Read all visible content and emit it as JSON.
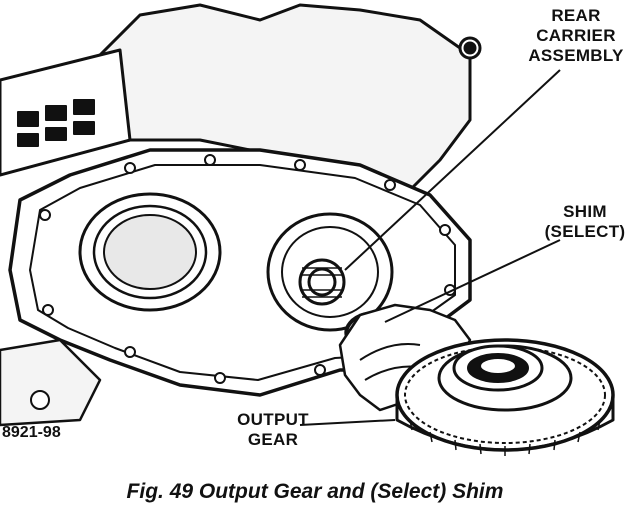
{
  "labels": {
    "rear_carrier": [
      "REAR",
      "CARRIER",
      "ASSEMBLY"
    ],
    "shim": [
      "SHIM",
      "(SELECT)"
    ],
    "output_gear": [
      "OUTPUT",
      "GEAR"
    ]
  },
  "figure_number": "8921-98",
  "caption": "Fig. 49 Output Gear and (Select) Shim",
  "colors": {
    "ink": "#111111",
    "paper": "#ffffff"
  }
}
